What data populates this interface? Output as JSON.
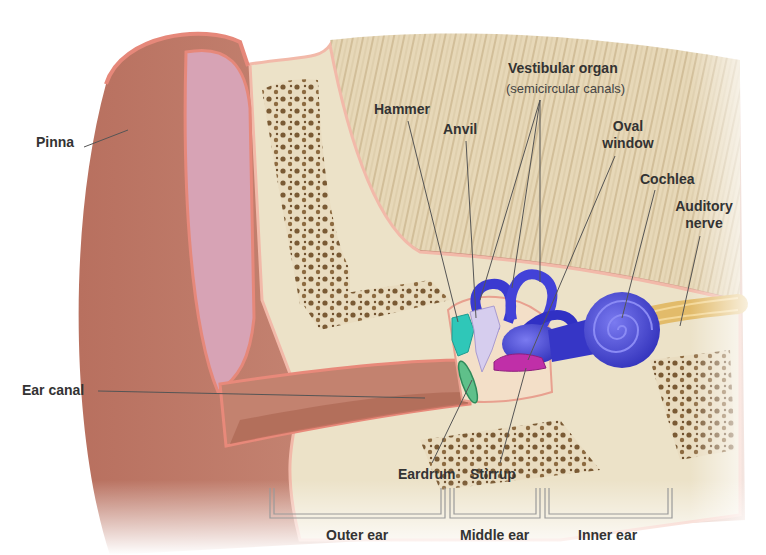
{
  "diagram": {
    "labels": [
      "Pinna",
      "Hammer",
      "Anvil",
      "Vestibular organ",
      "(semicircular canals)",
      "Oval window",
      "Cochlea",
      "Auditory nerve",
      "Ear canal",
      "Eardrum",
      "Stirrup",
      "Outer ear",
      "Middle ear",
      "Inner ear"
    ]
  }
}
